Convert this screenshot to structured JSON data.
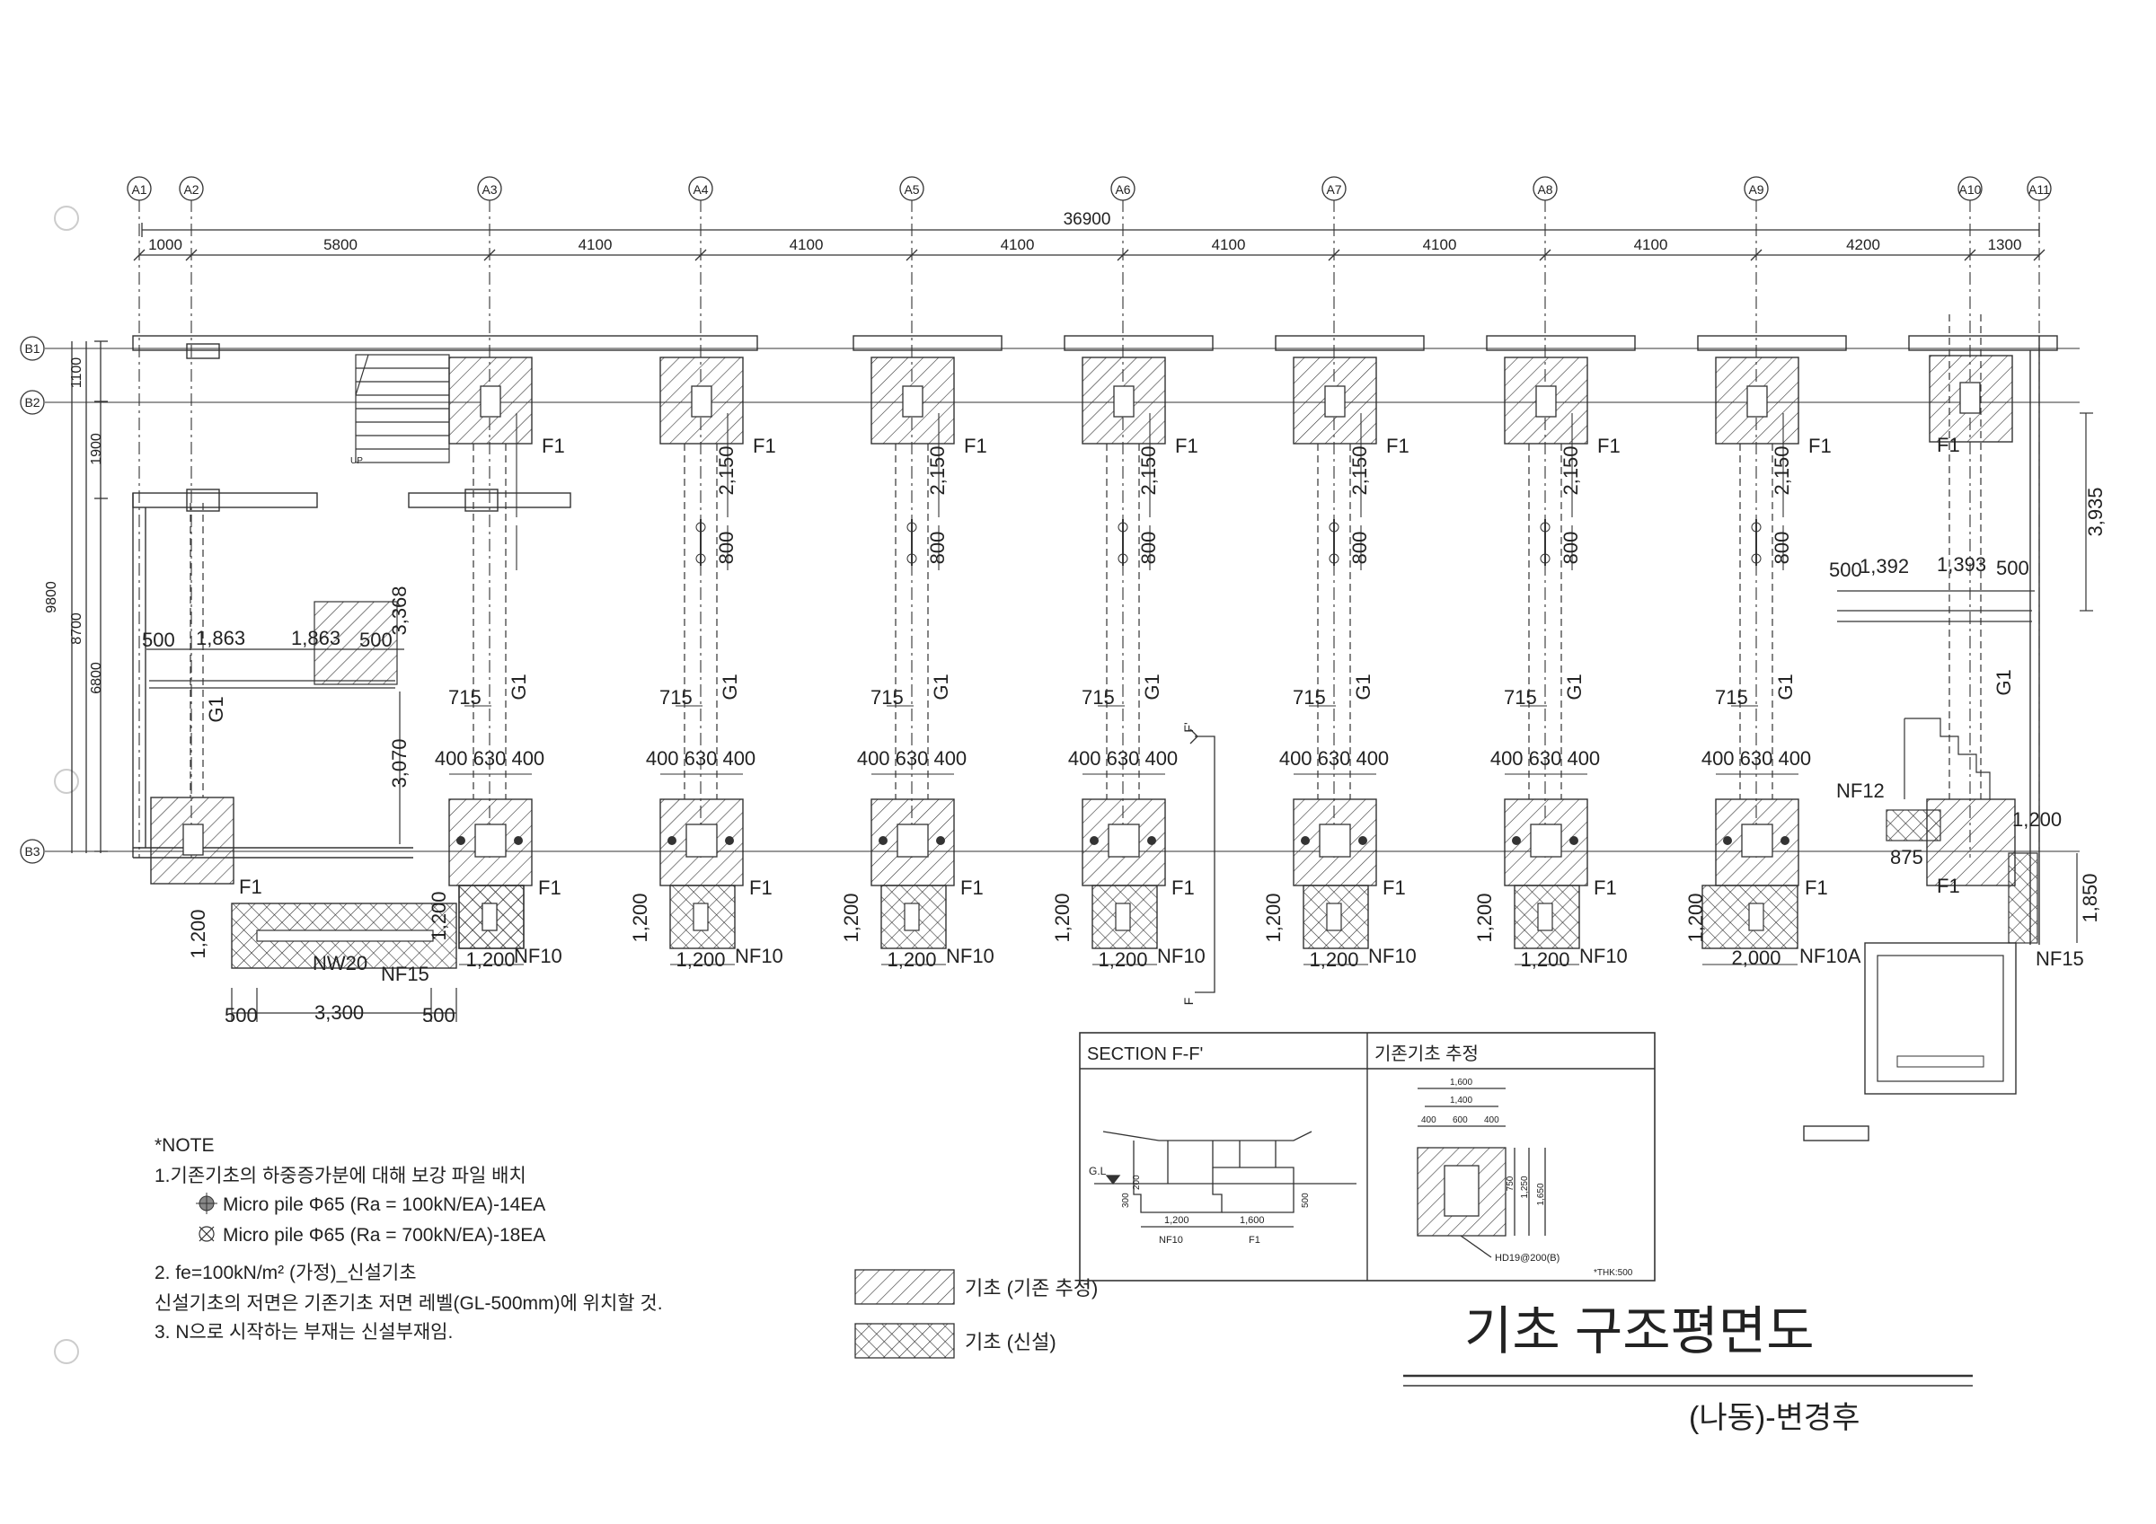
{
  "grid_top": [
    "A1",
    "A2",
    "A3",
    "A4",
    "A5",
    "A6",
    "A7",
    "A8",
    "A9",
    "A10",
    "A11"
  ],
  "grid_left": [
    "B1",
    "B2",
    "B3"
  ],
  "overall_dim": "36900",
  "top_dims": [
    "1000",
    "5800",
    "4100",
    "4100",
    "4100",
    "4100",
    "4100",
    "4100",
    "4200",
    "1300"
  ],
  "left_dims": {
    "d1": "1100",
    "d2": "1900",
    "d3": "9800",
    "d4": "8700",
    "d5": "6800"
  },
  "right_dim": "3,935",
  "bay": {
    "d2150": "2,150",
    "d800": "800",
    "d715": "715",
    "f_top": "400 630 400",
    "f1": "F1",
    "g1": "G1",
    "d1200": "1,200",
    "nf10": "NF10"
  },
  "a9": {
    "d2000": "2,000",
    "nf10a": "NF10A"
  },
  "left_block": {
    "dims_row": [
      "500",
      "1,863",
      "1,863",
      "500"
    ],
    "d3368": "3,368",
    "d3070": "3,070",
    "g1": "G1",
    "up": "UP",
    "nw20": "NW20",
    "nf15": "NF15",
    "nf10": "NF10",
    "d1200": "1,200",
    "d1200b": "1,200",
    "bottom_dims": [
      "500",
      "3,300",
      "500"
    ]
  },
  "right_block": {
    "dims_row": [
      "500",
      "1,392",
      "1,393",
      "500"
    ],
    "nf12": "NF12",
    "d1200": "1,200",
    "d875": "875",
    "d1850": "1,850",
    "nf15": "NF15"
  },
  "section_marks": {
    "top": "F'",
    "bottom": "F"
  },
  "note": {
    "title": "*NOTE",
    "l1": "1.기존기초의 하중증가분에 대해 보강 파일 배치",
    "l2": "Micro pile Φ65 (Ra = 100kN/EA)-14EA",
    "l3": "Micro pile Φ65 (Ra = 700kN/EA)-18EA",
    "l4": "2. fe=100kN/m² (가정)_신설기초",
    "l5": "신설기초의 저면은 기존기초 저면 레벨(GL-500mm)에 위치할 것.",
    "l6": "3. N으로 시작하는 부재는 신설부재임."
  },
  "legend": {
    "existing": "기초 (기존 추정)",
    "new": "기초 (신설)"
  },
  "section_box": {
    "left_title": "SECTION F-F'",
    "right_title": "기존기초 추정",
    "gl": "G.L",
    "dims_left": [
      "1,200",
      "1,600"
    ],
    "labels_left": [
      "NF10",
      "F1"
    ],
    "small_v": [
      "300",
      "200",
      "500"
    ],
    "right_top": [
      "1,600",
      "1,400"
    ],
    "right_row": [
      "400",
      "600",
      "400"
    ],
    "right_v": [
      "1,650",
      "750",
      "1,250"
    ],
    "rebar": "HD19@200(B)",
    "thk": "*THK:500"
  },
  "title": {
    "main": "기초 구조평면도",
    "sub": "(나동)-변경후"
  }
}
